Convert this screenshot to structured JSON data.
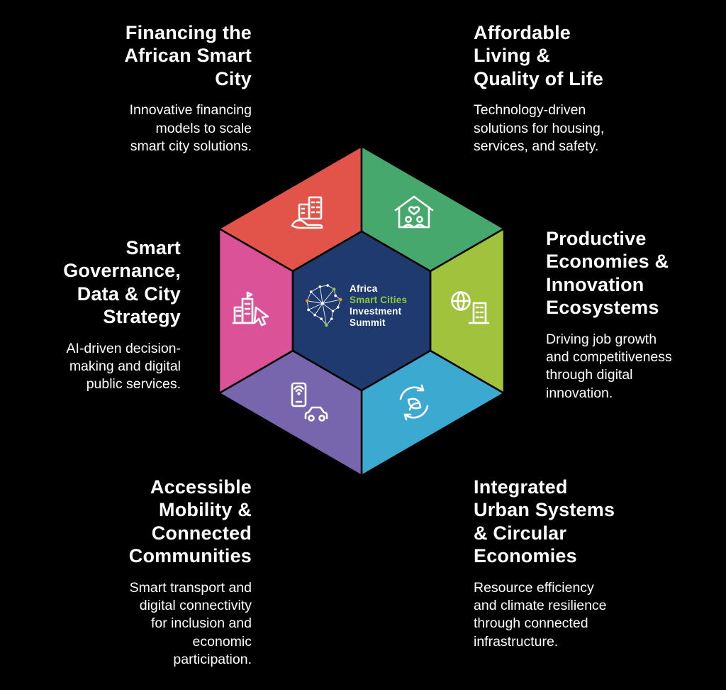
{
  "background_color": "#000000",
  "diagram": {
    "center": {
      "color": "#1F3A6E",
      "logo": {
        "line1": "Africa",
        "line2": "Smart Cities",
        "line3": "Investment",
        "line4": "Summit",
        "line2_color": "#8DC63F",
        "node_orange": "#F7941D",
        "node_green": "#8DC63F"
      }
    },
    "segments": [
      {
        "name": "financing",
        "color": "#E2544A",
        "icon": "buildings-on-hand-icon"
      },
      {
        "name": "affordable-living",
        "color": "#46A86D",
        "icon": "house-family-icon"
      },
      {
        "name": "productive-economies",
        "color": "#A0C23C",
        "icon": "globe-building-icon"
      },
      {
        "name": "integrated-urban",
        "color": "#3BA9D0",
        "icon": "recycle-leaf-icon"
      },
      {
        "name": "accessible-mobility",
        "color": "#7765AE",
        "icon": "phone-car-icon"
      },
      {
        "name": "smart-governance",
        "color": "#DB5298",
        "icon": "city-cursor-icon"
      }
    ]
  },
  "themes": {
    "top_left": {
      "title": "Financing the\nAfrican Smart\nCity",
      "body": "Innovative financing\nmodels to scale\nsmart city solutions."
    },
    "top_right": {
      "title": "Affordable\nLiving &\nQuality of Life",
      "body": "Technology-driven\nsolutions for housing,\nservices, and safety."
    },
    "right": {
      "title": "Productive\nEconomies &\nInnovation\nEcosystems",
      "body": "Driving job growth\nand competitiveness\nthrough digital\ninnovation."
    },
    "left": {
      "title": "Smart\nGovernance,\nData & City\nStrategy",
      "body": "AI-driven decision-\nmaking and digital\npublic services."
    },
    "bottom_left": {
      "title": "Accessible\nMobility &\nConnected\nCommunities",
      "body": "Smart transport and\ndigital connectivity\nfor inclusion and\neconomic\nparticipation."
    },
    "bottom_right": {
      "title": "Integrated\nUrban Systems\n& Circular\nEconomies",
      "body": "Resource efficiency\nand climate resilience\nthrough connected\ninfrastructure."
    }
  }
}
